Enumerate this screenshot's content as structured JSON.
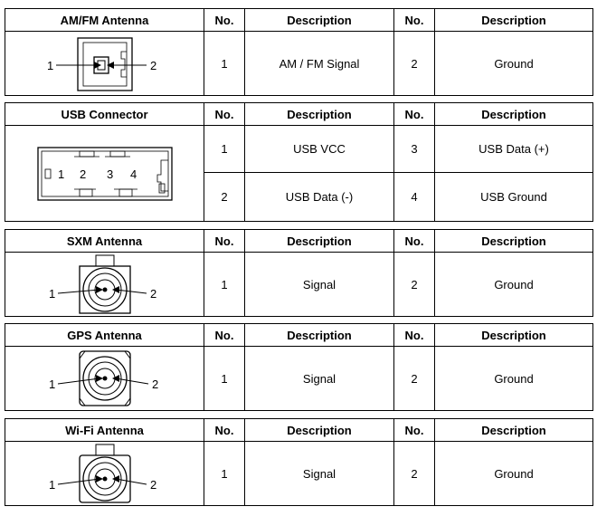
{
  "headers": {
    "no": "No.",
    "description": "Description"
  },
  "sections": [
    {
      "title": "AM/FM Antenna",
      "diagram_icon": "antenna-connector-icon",
      "pin_labels": [
        "1",
        "2"
      ],
      "rows": [
        {
          "no_a": "1",
          "desc_a": "AM / FM Signal",
          "no_b": "2",
          "desc_b": "Ground"
        }
      ]
    },
    {
      "title": "USB Connector",
      "diagram_icon": "usb-connector-icon",
      "pin_labels": [
        "1",
        "2",
        "3",
        "4"
      ],
      "rows": [
        {
          "no_a": "1",
          "desc_a": "USB VCC",
          "no_b": "3",
          "desc_b": "USB Data (+)"
        },
        {
          "no_a": "2",
          "desc_a": "USB Data (-)",
          "no_b": "4",
          "desc_b": "USB Ground"
        }
      ]
    },
    {
      "title": "SXM Antenna",
      "diagram_icon": "coax-connector-icon",
      "pin_labels": [
        "1",
        "2"
      ],
      "rows": [
        {
          "no_a": "1",
          "desc_a": "Signal",
          "no_b": "2",
          "desc_b": "Ground"
        }
      ]
    },
    {
      "title": "GPS Antenna",
      "diagram_icon": "coax-connector-icon",
      "pin_labels": [
        "1",
        "2"
      ],
      "rows": [
        {
          "no_a": "1",
          "desc_a": "Signal",
          "no_b": "2",
          "desc_b": "Ground"
        }
      ]
    },
    {
      "title": "Wi-Fi Antenna",
      "diagram_icon": "coax-connector-icon",
      "pin_labels": [
        "1",
        "2"
      ],
      "rows": [
        {
          "no_a": "1",
          "desc_a": "Signal",
          "no_b": "2",
          "desc_b": "Ground"
        }
      ]
    }
  ]
}
